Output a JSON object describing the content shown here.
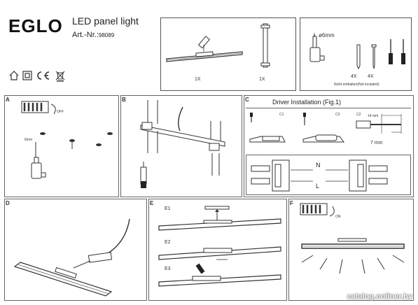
{
  "header": {
    "brand": "EGLO",
    "product": "LED panel light",
    "art_label": "Art.-Nr.:",
    "art_number": "98089"
  },
  "contents": {
    "qty_panel": "1X",
    "qty_rod": "1X"
  },
  "fixings": {
    "drill": "ø6mm",
    "qty_a": "4X",
    "qty_b": "4X",
    "note": "Nicht enthalten(Not included)"
  },
  "sections": {
    "a": "A",
    "b": "B",
    "c": "C",
    "d": "D",
    "e": "E",
    "f": "F"
  },
  "section_a": {
    "off": "OFF",
    "depth": "6mm"
  },
  "section_c": {
    "title": "Driver Installation (Fig.1)",
    "c1": "C1",
    "c2": "C2",
    "c3": "C3",
    "strip": "14 mm",
    "len": "7 mm",
    "n": "N",
    "l": "L"
  },
  "section_e": {
    "e1": "E1",
    "e2": "E2",
    "e3": "E3"
  },
  "section_f": {
    "on": "ON"
  },
  "watermark": "catalog.onliner.by",
  "colors": {
    "line": "#333333",
    "border": "#555555"
  }
}
